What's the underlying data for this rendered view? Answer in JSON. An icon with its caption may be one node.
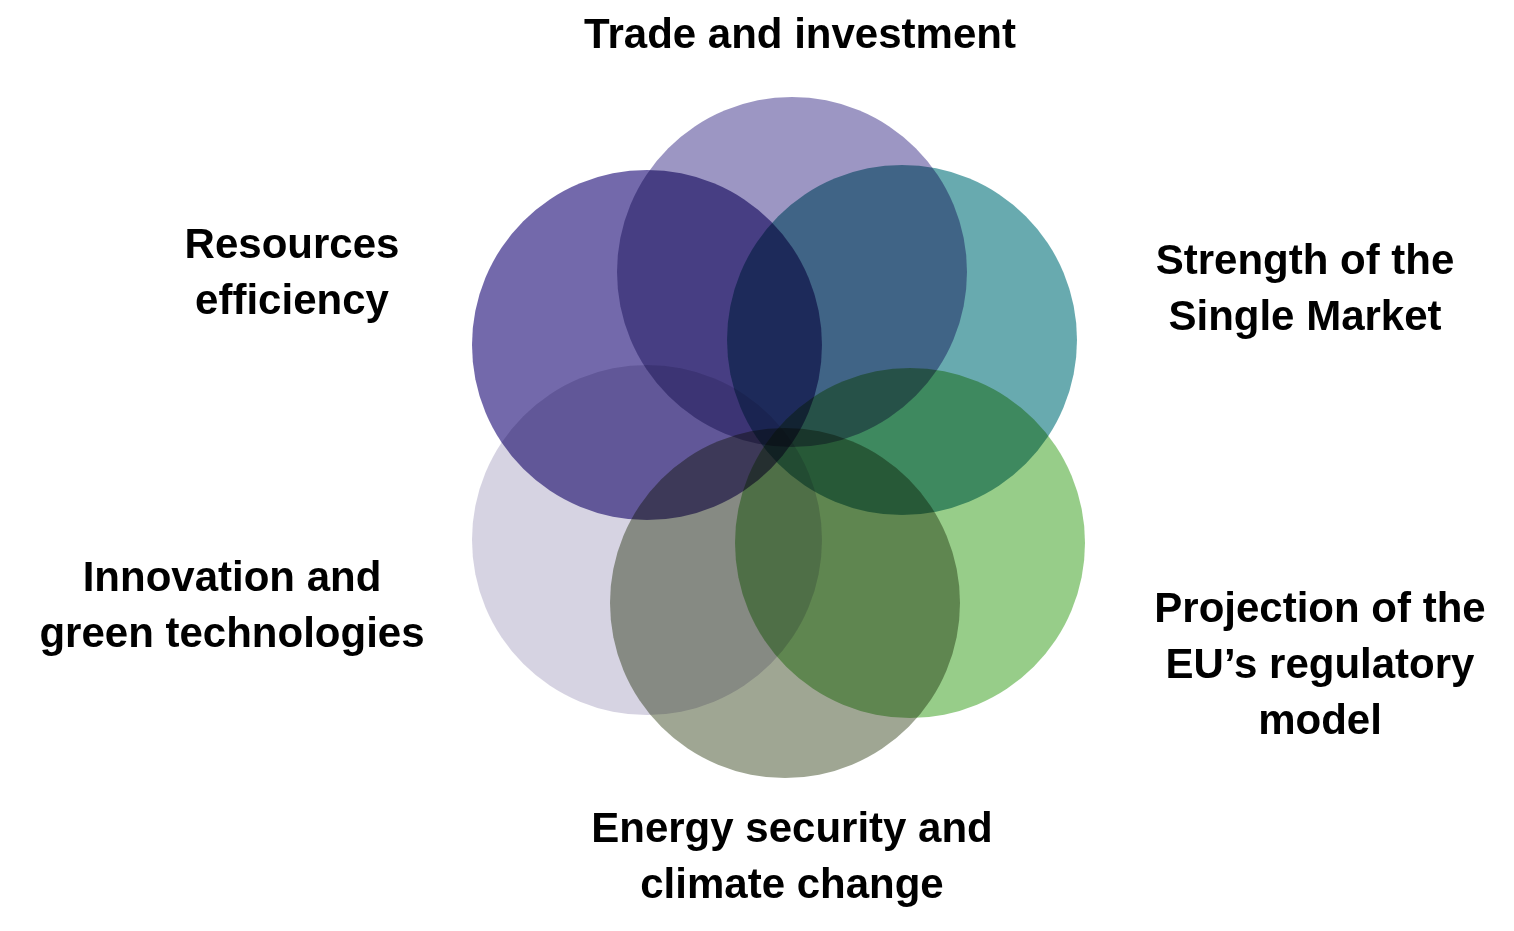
{
  "diagram": {
    "nodes": [
      {
        "text": [
          "Trade and investment"
        ]
      },
      {
        "text": [
          "Resources efficiency"
        ]
      },
      {
        "text": [
          "Strength of the Single Market"
        ]
      },
      {
        "text": [
          "Innovation and green technologies"
        ]
      },
      {
        "text": [
          "Projection of the EU’s regulatory model"
        ]
      },
      {
        "text": [
          "Energy security and climate change"
        ]
      }
    ]
  }
}
